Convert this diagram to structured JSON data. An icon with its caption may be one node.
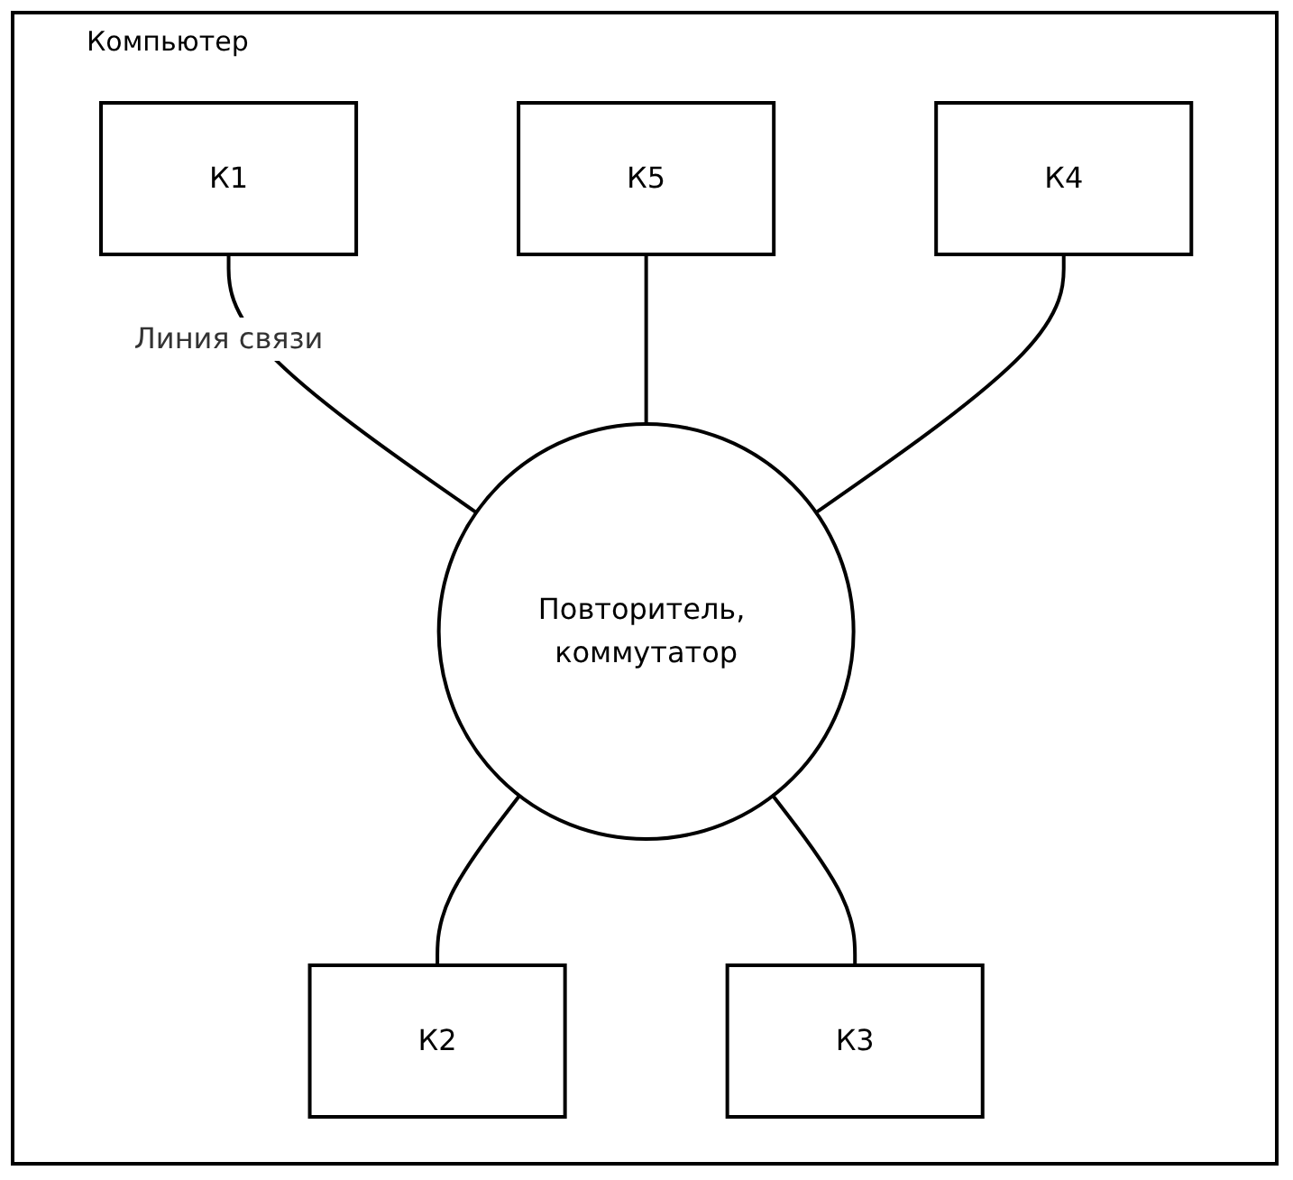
{
  "diagram": {
    "nodes": [
      {
        "text": [
          "К1"
        ]
      },
      {
        "text": [
          "К5"
        ]
      },
      {
        "text": [
          "К4"
        ]
      },
      {
        "text": [
          "Повторитель, коммутатор"
        ]
      },
      {
        "text": [
          "К2"
        ]
      },
      {
        "text": [
          "К3"
        ]
      }
    ],
    "edges": [
      {
        "from": 0,
        "to": 3,
        "arrow": "none",
        "label": "Линия связи"
      },
      {
        "from": 1,
        "to": 3,
        "arrow": "none"
      },
      {
        "from": 2,
        "to": 3,
        "arrow": "none"
      },
      {
        "from": 3,
        "to": 4,
        "arrow": "none"
      },
      {
        "from": 3,
        "to": 5,
        "arrow": "none"
      }
    ],
    "labels": [
      "Компьютер"
    ]
  }
}
